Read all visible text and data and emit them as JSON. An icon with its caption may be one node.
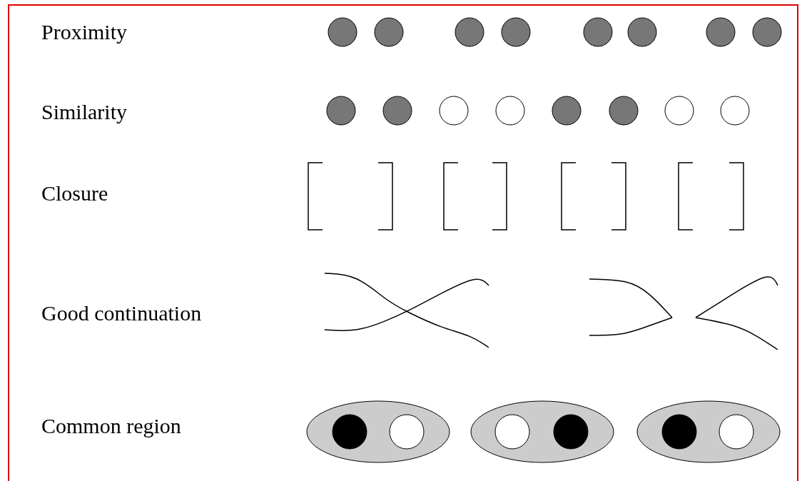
{
  "diagram": {
    "labels": [
      "Proximity",
      "Similarity",
      "Closure",
      "Good continuation",
      "Common region"
    ]
  }
}
